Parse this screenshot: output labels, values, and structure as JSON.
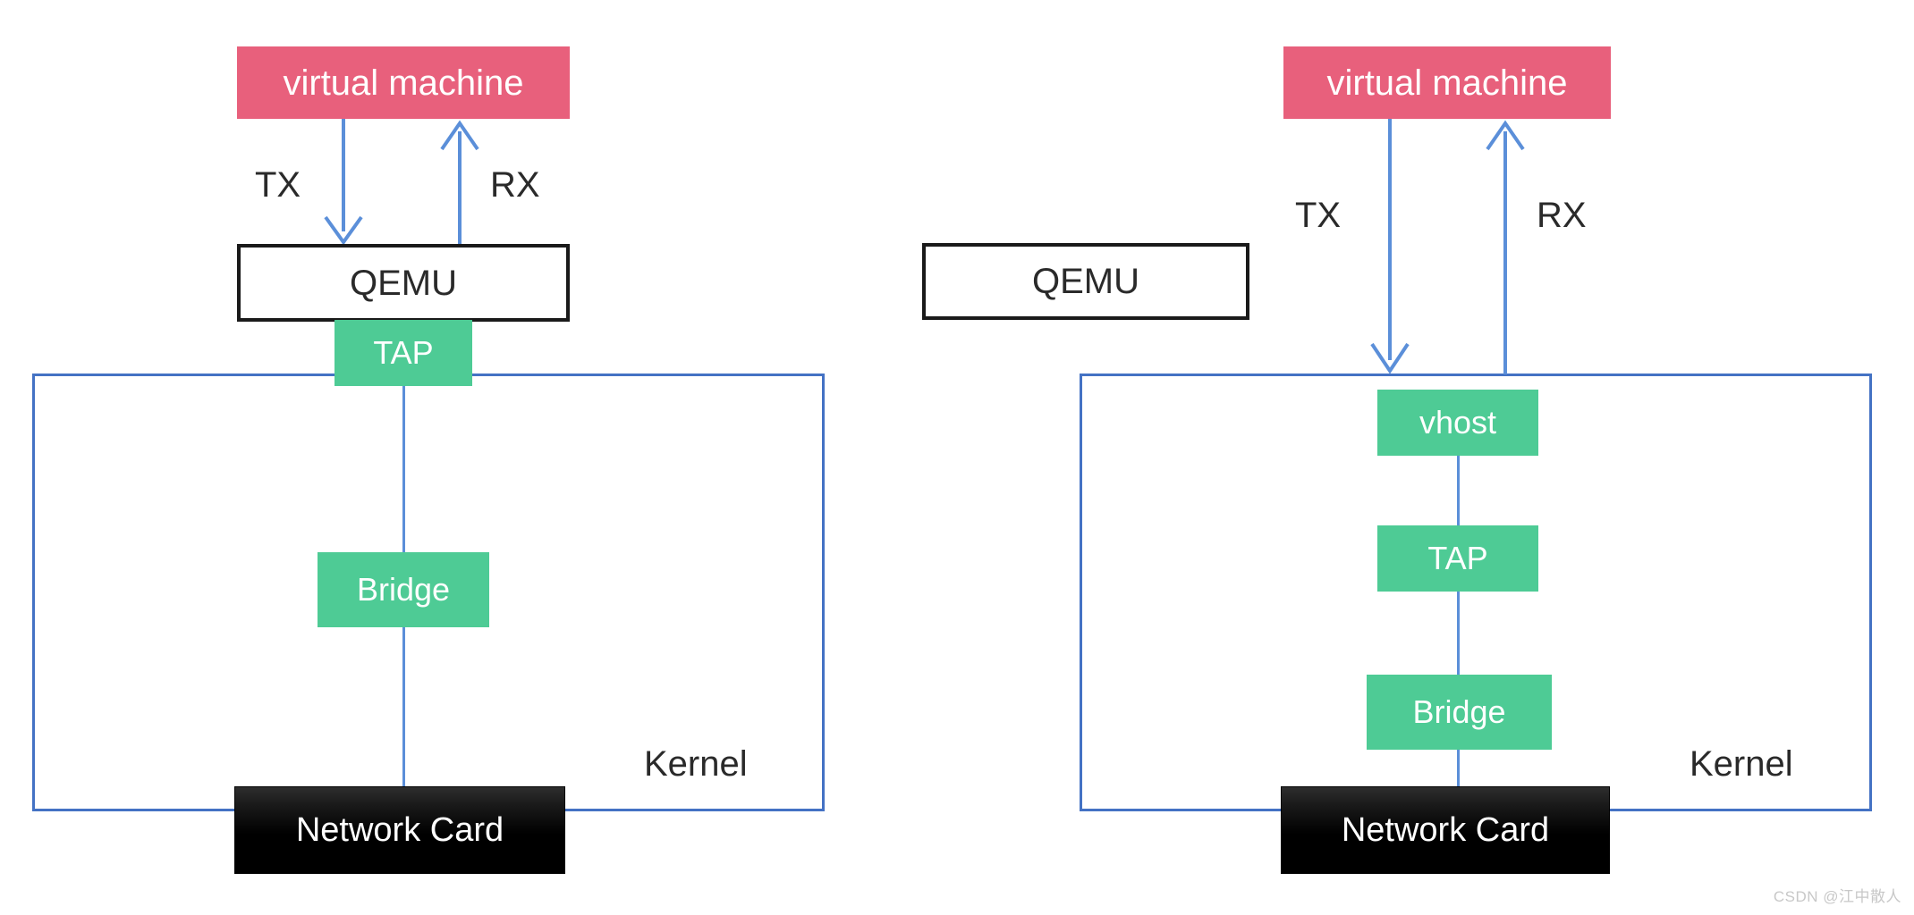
{
  "diagram": {
    "title": "QEMU TAP vs vhost networking datapath",
    "type": "architecture-diagram",
    "colors": {
      "vm_fill": "#e8607c",
      "green_fill": "#4ecb95",
      "kernel_border": "#4472c4",
      "line_blue": "#5b8fd9",
      "qemu_border": "#1a1a1a",
      "nic_fill": "#000000",
      "text_dark": "#2a2a2a",
      "text_light": "#ffffff"
    }
  },
  "left": {
    "vm": {
      "label": "virtual machine"
    },
    "tx": {
      "label": "TX"
    },
    "rx": {
      "label": "RX"
    },
    "qemu": {
      "label": "QEMU"
    },
    "tap": {
      "label": "TAP"
    },
    "bridge": {
      "label": "Bridge"
    },
    "nic": {
      "label": "Network Card"
    },
    "kernel": {
      "label": "Kernel"
    }
  },
  "right": {
    "vm": {
      "label": "virtual machine"
    },
    "tx": {
      "label": "TX"
    },
    "rx": {
      "label": "RX"
    },
    "qemu": {
      "label": "QEMU"
    },
    "vhost": {
      "label": "vhost"
    },
    "tap": {
      "label": "TAP"
    },
    "bridge": {
      "label": "Bridge"
    },
    "nic": {
      "label": "Network Card"
    },
    "kernel": {
      "label": "Kernel"
    }
  },
  "watermark": {
    "text": "CSDN @江中散人"
  }
}
